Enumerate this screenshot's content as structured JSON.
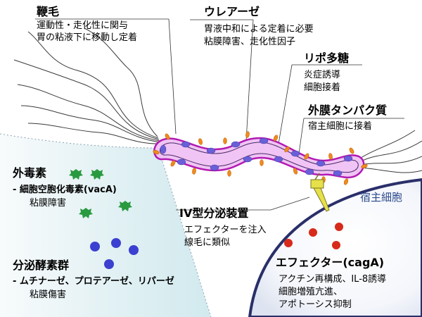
{
  "labels": {
    "flagella": {
      "title": "鞭毛",
      "lines": [
        "運動性・走化性に関与",
        "胃の粘液下に移動し定着"
      ]
    },
    "urease": {
      "title": "ウレアーゼ",
      "lines": [
        "胃液中和による定着に必要",
        "粘膜障害、走化性因子"
      ]
    },
    "lps": {
      "title": "リポ多糖",
      "lines": [
        "炎症誘導",
        "細胞接着"
      ]
    },
    "omp": {
      "title": "外膜タンパク質",
      "lines": [
        "宿主細胞に接着"
      ]
    },
    "exotoxin": {
      "title": "外毒素",
      "lines": [
        "- 細胞空胞化毒素(vacA)",
        "粘膜障害"
      ]
    },
    "t4ss": {
      "title": "IV型分泌装置",
      "lines": [
        "エフェクターを注入",
        "線毛に類似"
      ]
    },
    "enzymes": {
      "title": "分泌酵素群",
      "lines": [
        "- ムチナーゼ、プロテアーゼ、リパーゼ",
        "粘膜傷害"
      ]
    },
    "host_cell": {
      "title": "宿主細胞"
    },
    "effector": {
      "title": "エフェクター(cagA)",
      "lines": [
        "アクチン再構成、IL-8誘導",
        "細胞増殖亢進、",
        "アポトーシス抑制"
      ]
    }
  },
  "colors": {
    "body_fill": "#f0c4f4",
    "body_stroke": "#b21ab2",
    "ump": "#6a5fd8",
    "lps": "#f08a1e",
    "toxin": "#2a9a40",
    "enzyme": "#3b40d0",
    "effector": "#d82a1a",
    "host_membrane": "#2a2f6a",
    "host_fill": "#ffffff",
    "t4ss": "#e6e04a"
  }
}
